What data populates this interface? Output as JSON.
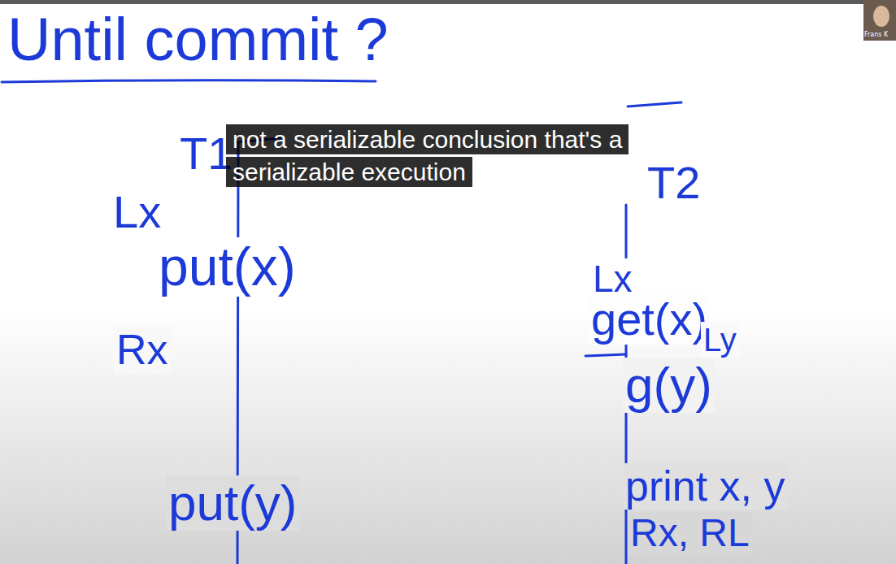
{
  "diagram": {
    "title": "Until commit ?",
    "caption": "not a serializable conclusion that's a serializable execution",
    "labels": [
      "T1",
      "Lx",
      "put(x)",
      "Rx",
      "put(y)",
      "T2",
      "Lx",
      "get(x)",
      "Ly",
      "g(y)",
      "print x, y",
      "Rx, RL",
      "Frans K"
    ]
  }
}
